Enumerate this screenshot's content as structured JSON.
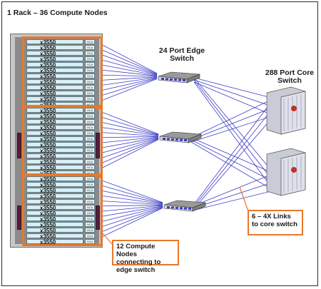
{
  "labels": {
    "rack_title": "1 Rack – 36 Compute Nodes",
    "edge_switch_title": "24 Port Edge Switch",
    "core_switch_title": "288 Port Core Switch",
    "links_callout": "6 – 4X Links to core switch",
    "nodes_callout": "12 Compute Nodes connecting to edge switch"
  },
  "rack": {
    "node_label": "x3550",
    "node_tag": "HCA",
    "node_count": 36,
    "group_count": 3,
    "nodes_per_group": 12
  },
  "colors": {
    "link": "#3a3dc4",
    "callout_border": "#e8782a",
    "node_bay": "#d9eef5"
  }
}
